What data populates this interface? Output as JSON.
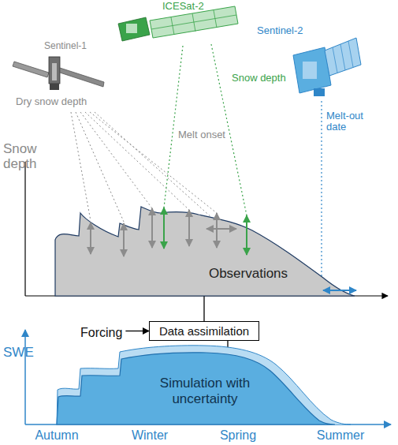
{
  "diagram": {
    "nodes": [
      {
        "text": [
          "Observations"
        ]
      },
      {
        "text": [
          "Forcing"
        ]
      },
      {
        "text": [
          "Data assimilation"
        ]
      },
      {
        "text": [
          "Simulation with uncertainty"
        ]
      }
    ],
    "edges": [
      {
        "from": 0,
        "to": 2,
        "arrow": "none"
      },
      {
        "from": 1,
        "to": 2,
        "arrow": "to"
      },
      {
        "from": 2,
        "to": 3,
        "arrow": "to"
      }
    ],
    "labels": [
      "Sentinel-1",
      "ICESat-2",
      "Sentinel-2",
      "Dry snow depth",
      "Melt onset",
      "Snow depth",
      "Melt-out date",
      "Snow depth",
      "SWE",
      "Autumn",
      "Winter",
      "Spring",
      "Summer"
    ]
  }
}
